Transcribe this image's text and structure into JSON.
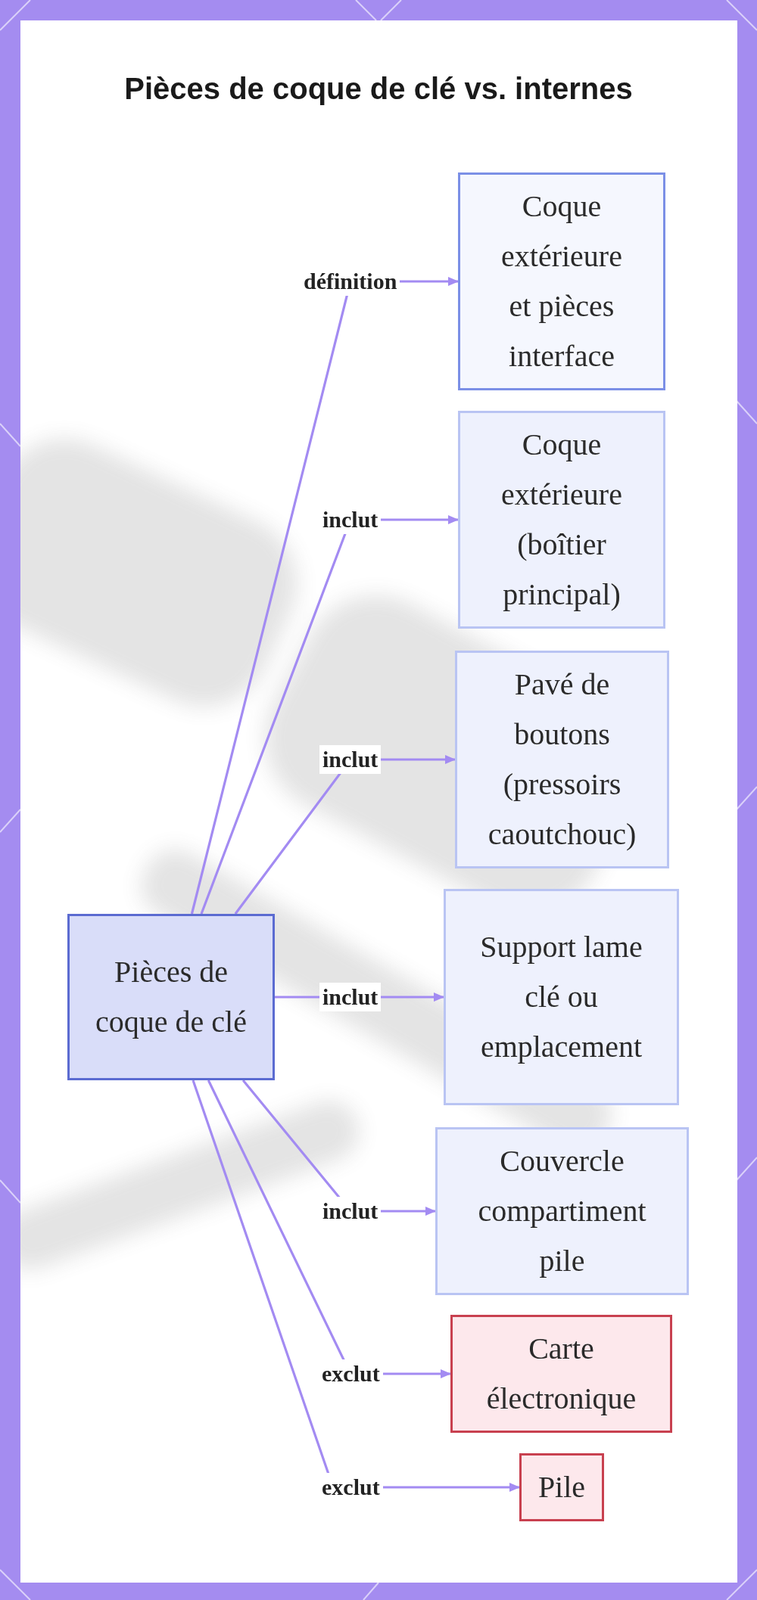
{
  "diagram": {
    "title": "Pièces de coque de clé vs. internes",
    "nodes": [
      {
        "text": [
          "Pièces de coque de clé"
        ]
      },
      {
        "text": [
          "Coque extérieure et pièces interface"
        ]
      },
      {
        "text": [
          "Coque extérieure (boîtier principal)"
        ]
      },
      {
        "text": [
          "Pavé de boutons (pressoirs caoutchouc)"
        ]
      },
      {
        "text": [
          "Support lame clé ou emplacement"
        ]
      },
      {
        "text": [
          "Couvercle compartiment pile"
        ]
      },
      {
        "text": [
          "Carte électronique"
        ]
      },
      {
        "text": [
          "Pile"
        ]
      }
    ],
    "edges": [
      {
        "from": 0,
        "to": 1,
        "label": "définition",
        "arrow": "to"
      },
      {
        "from": 0,
        "to": 2,
        "label": "inclut",
        "arrow": "to"
      },
      {
        "from": 0,
        "to": 3,
        "label": "inclut",
        "arrow": "to"
      },
      {
        "from": 0,
        "to": 4,
        "label": "inclut",
        "arrow": "to"
      },
      {
        "from": 0,
        "to": 5,
        "label": "inclut",
        "arrow": "to"
      },
      {
        "from": 0,
        "to": 6,
        "label": "exclut",
        "arrow": "to"
      },
      {
        "from": 0,
        "to": 7,
        "label": "exclut",
        "arrow": "to"
      }
    ]
  }
}
